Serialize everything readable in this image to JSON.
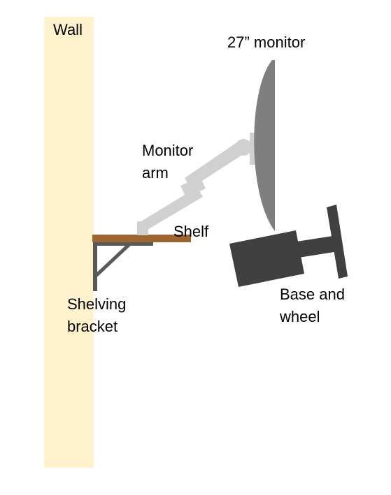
{
  "labels": {
    "wall": "Wall",
    "monitor": "27” monitor",
    "monitor_arm": [
      "Monitor",
      "arm"
    ],
    "shelf": "Shelf",
    "shelving_bracket": [
      "Shelving",
      "bracket"
    ],
    "base_and_wheel": [
      "Base and",
      "wheel"
    ]
  },
  "colors": {
    "wall": "#FFF2CC",
    "shelf": "#9C6531",
    "bracket": "#595959",
    "arm": "#D0D0D0",
    "monitor": "#7F7F7F",
    "base": "#404040",
    "text": "#000000"
  }
}
